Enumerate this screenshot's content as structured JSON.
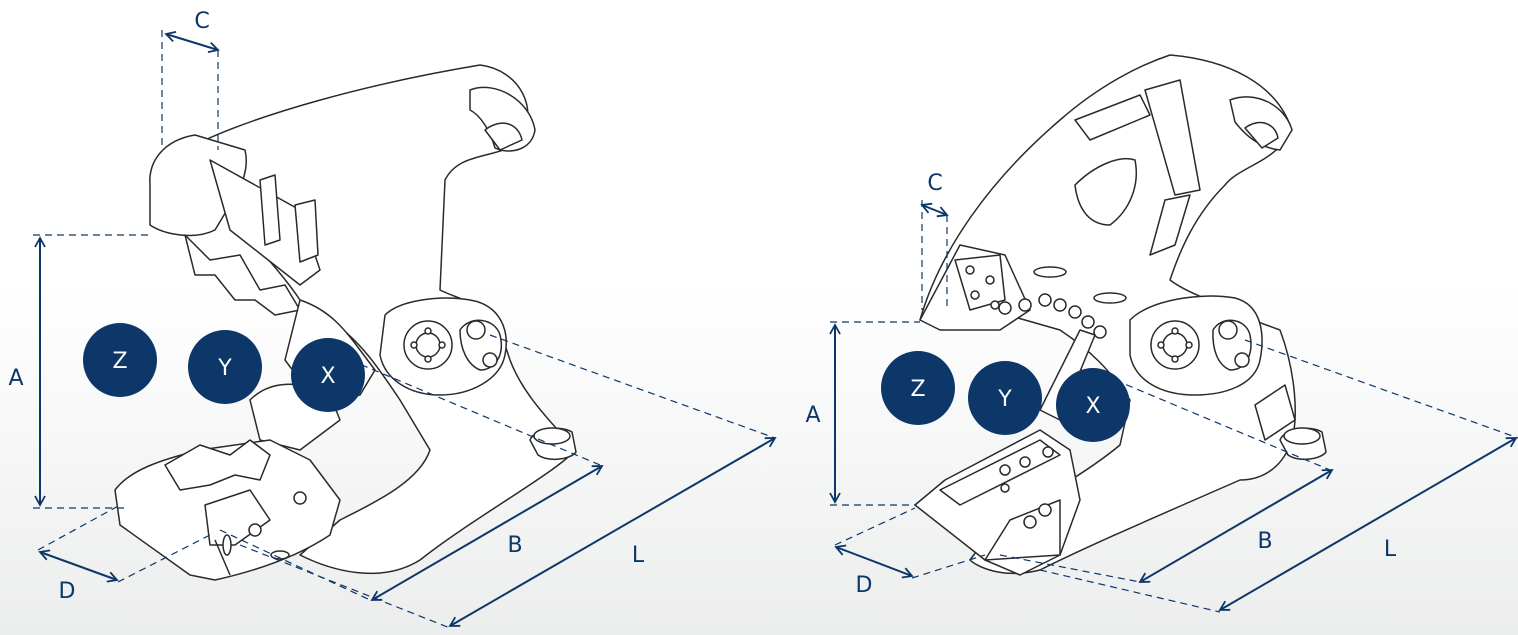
{
  "colors": {
    "dimension": "#0d3768",
    "outline": "#2a2a2a",
    "circle_fill": "#0d3768",
    "circle_text": "#ffffff",
    "label": "#0d3768"
  },
  "left": {
    "dims": {
      "A": "A",
      "B": "B",
      "C": "C",
      "D": "D",
      "L": "L"
    },
    "zones": {
      "Z": "Z",
      "Y": "Y",
      "X": "X"
    }
  },
  "right": {
    "dims": {
      "A": "A",
      "B": "B",
      "C": "C",
      "D": "D",
      "L": "L"
    },
    "zones": {
      "Z": "Z",
      "Y": "Y",
      "X": "X"
    }
  }
}
